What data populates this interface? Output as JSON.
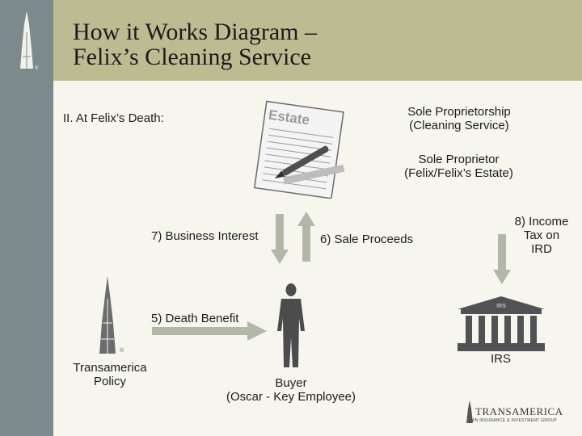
{
  "header": {
    "title_line1": "How it Works Diagram –",
    "title_line2": "Felix’s Cleaning Service"
  },
  "section_label": "II. At Felix’s Death:",
  "document": {
    "title": "Estate"
  },
  "estate": {
    "sole_prop_line1": "Sole Proprietorship",
    "sole_prop_line2": "(Cleaning Service)",
    "sole_proprietor_line1": "Sole Proprietor",
    "sole_proprietor_line2": "(Felix/Felix’s Estate)"
  },
  "flows": {
    "business_interest": "7) Business Interest",
    "sale_proceeds": "6) Sale Proceeds",
    "income_tax_line1": "8) Income",
    "income_tax_line2": "Tax on",
    "income_tax_line3": "IRD",
    "death_benefit": "5) Death Benefit"
  },
  "policy": {
    "line1": "Transamerica",
    "line2": "Policy"
  },
  "buyer": {
    "line1": "Buyer",
    "line2": "(Oscar - Key Employee)"
  },
  "irs": {
    "label": "IRS",
    "building_text": "IRS"
  },
  "logo": {
    "text": "TRANSAMERICA",
    "tagline": "AN INSURANCE & INVESTMENT GROUP"
  },
  "colors": {
    "left_bar": "#7c8a8e",
    "header": "#bdbb92",
    "arrow": "#b3b7a8",
    "figure": "#4a4c4e"
  }
}
